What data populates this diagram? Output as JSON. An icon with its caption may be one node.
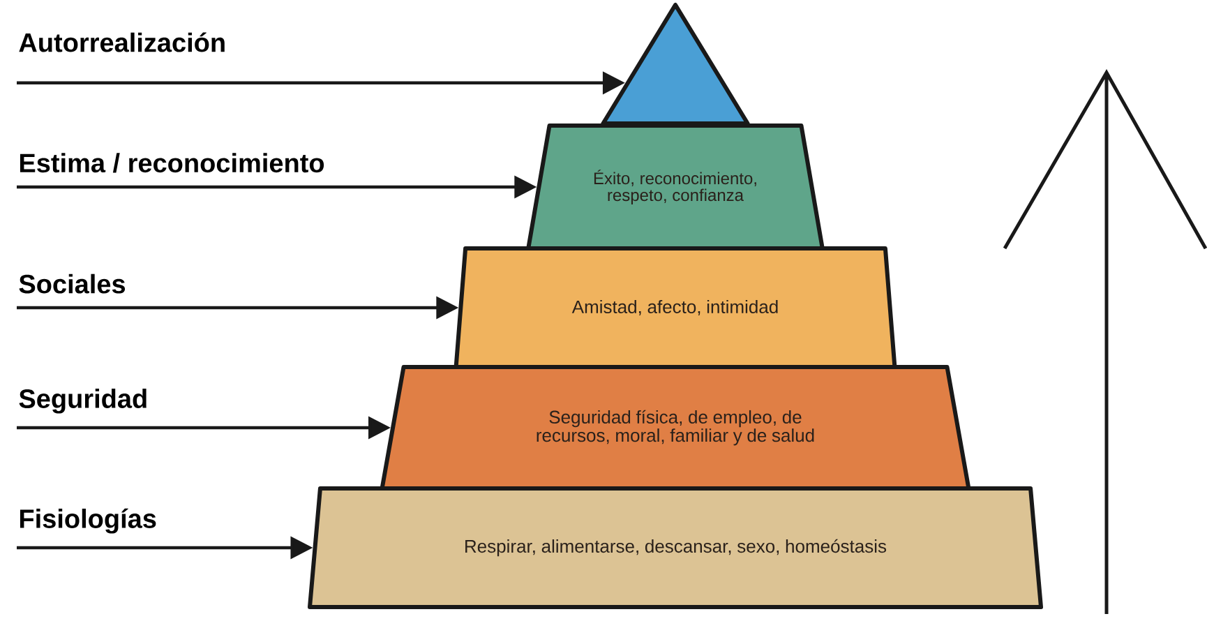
{
  "diagram": {
    "nodes": [
      {
        "text": [
          "Autorrealización"
        ]
      },
      {
        "text": [
          "Estima / reconocimiento"
        ]
      },
      {
        "text": [
          "Sociales"
        ]
      },
      {
        "text": [
          "Seguridad"
        ]
      },
      {
        "text": [
          "Fisiologías"
        ]
      },
      {
        "text": [],
        "shape": "triangle"
      },
      {
        "text": [
          "Éxito, reconocimiento, respeto, confianza"
        ]
      },
      {
        "text": [
          "Amistad, afecto, intimidad"
        ]
      },
      {
        "text": [
          "Seguridad física, de empleo, de recursos, moral, familiar y de salud"
        ]
      },
      {
        "text": [
          "Respirar, alimentarse, descansar, sexo, homeóstasis"
        ]
      }
    ],
    "edges": [
      {
        "from": 0,
        "to": 5,
        "arrow": "to"
      },
      {
        "from": 1,
        "to": 6,
        "arrow": "to"
      },
      {
        "from": 2,
        "to": 7,
        "arrow": "to"
      },
      {
        "from": 3,
        "to": 8,
        "arrow": "to"
      },
      {
        "from": 4,
        "to": 9,
        "arrow": "to"
      }
    ]
  }
}
